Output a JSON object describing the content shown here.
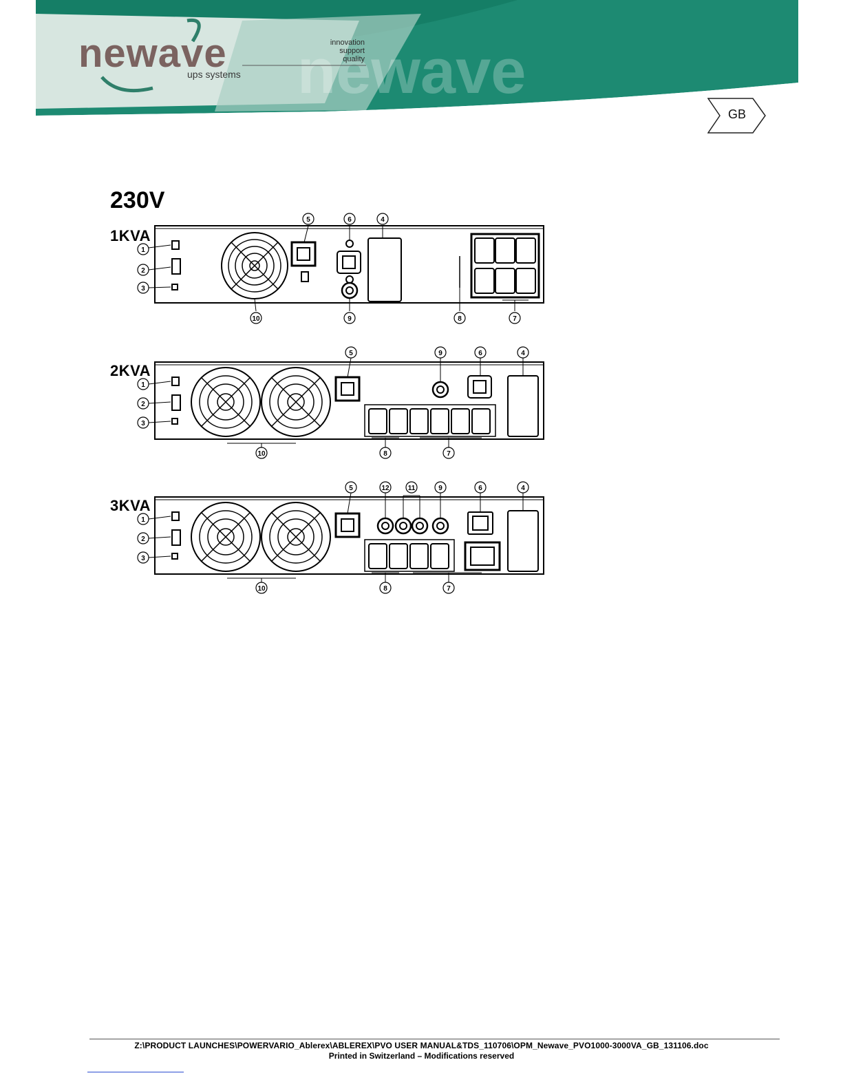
{
  "header": {
    "brand": "newave",
    "brand_sub": "ups systems",
    "tagline": [
      "innovation",
      "support",
      "quality"
    ],
    "watermark": "newave",
    "colors": {
      "teal": "#1f8c74",
      "dark_teal": "#0f6e5a",
      "light": "#d9e8e2"
    }
  },
  "language_tag": "GB",
  "section_title": "230V",
  "models": [
    {
      "label": "1KVA",
      "callouts": [
        "1",
        "2",
        "3",
        "4",
        "5",
        "6",
        "7",
        "8",
        "9",
        "10"
      ]
    },
    {
      "label": "2KVA",
      "callouts": [
        "1",
        "2",
        "3",
        "4",
        "5",
        "6",
        "7",
        "8",
        "9",
        "10"
      ]
    },
    {
      "label": "3KVA",
      "callouts": [
        "1",
        "2",
        "3",
        "4",
        "5",
        "6",
        "7",
        "8",
        "9",
        "10",
        "11",
        "12"
      ]
    }
  ],
  "footer": {
    "path": "Z:\\PRODUCT LAUNCHES\\POWERVARIO_Ablerex\\ABLEREX\\PVO USER MANUAL&TDS_110706\\OPM_Newave_PVO1000-3000VA_GB_131106.doc",
    "note": "Printed in Switzerland – Modifications reserved"
  }
}
